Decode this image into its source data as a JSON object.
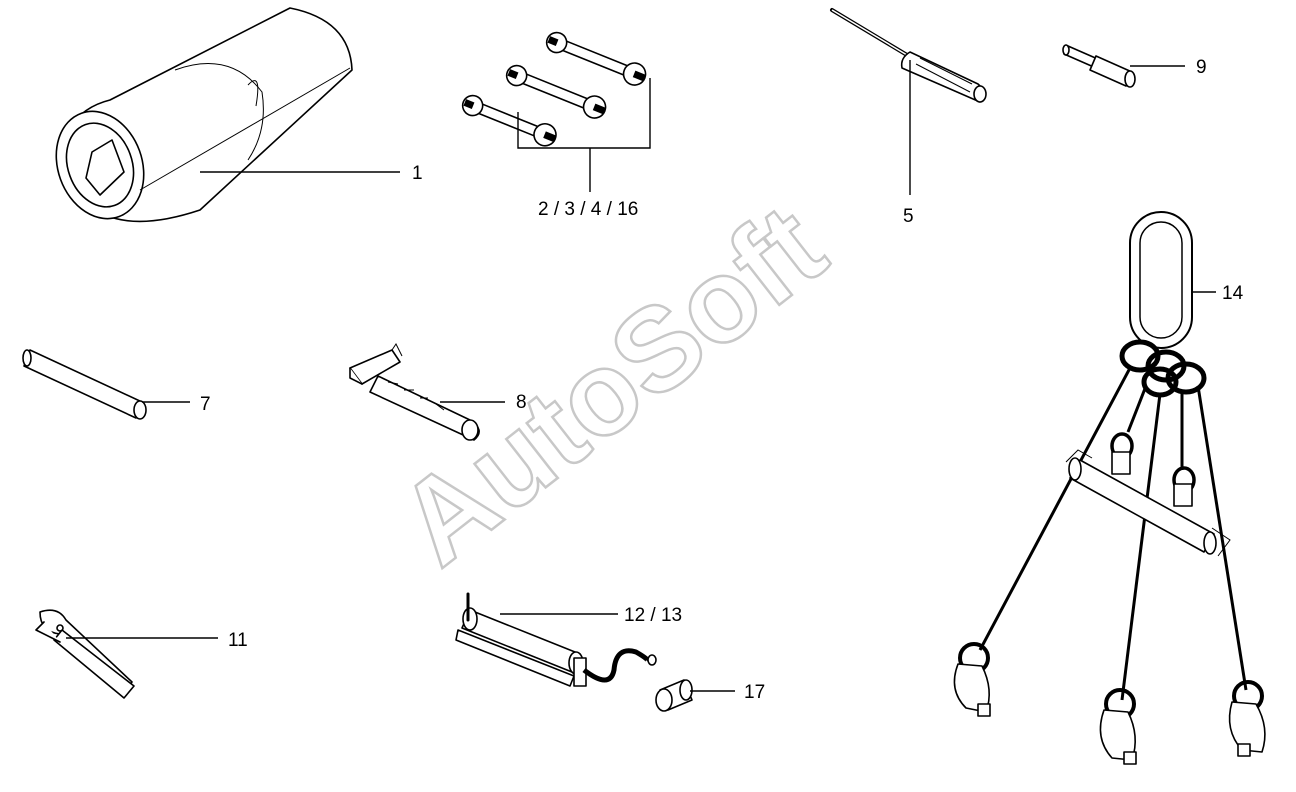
{
  "watermark": "AutoSoft",
  "callouts": {
    "c1": "1",
    "c2": "2 / 3 / 4 / 16",
    "c5": "5",
    "c9": "9",
    "c14": "14",
    "c7": "7",
    "c8": "8",
    "c11": "11",
    "c12": "12 / 13",
    "c17": "17"
  }
}
